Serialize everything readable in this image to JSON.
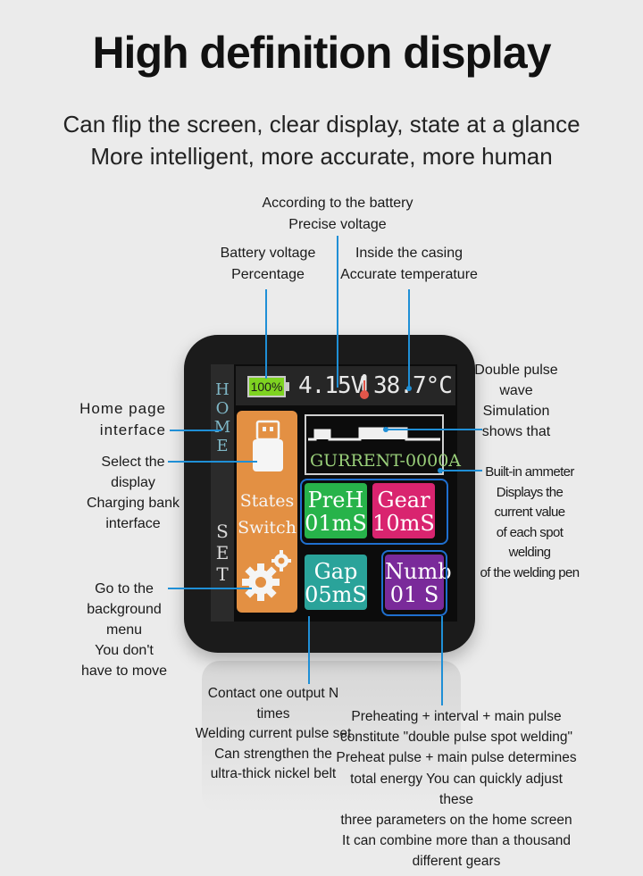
{
  "title": "High definition display",
  "subtitle": [
    "Can flip the screen, clear display, state at a glance",
    "More intelligent, more accurate, more human"
  ],
  "callouts": {
    "precise_voltage": [
      "According to the battery",
      "Precise voltage"
    ],
    "battery_percentage": [
      "Battery voltage",
      "Percentage"
    ],
    "temperature": [
      "Inside the casing",
      "Accurate temperature"
    ],
    "double_pulse": [
      "Double pulse",
      "wave",
      "Simulation",
      "shows that"
    ],
    "ammeter": [
      "Built-in ammeter",
      "Displays the",
      "current value",
      "of each spot",
      "welding",
      "of the welding pen"
    ],
    "home_page": [
      "Home page",
      "interface"
    ],
    "select_display": [
      "Select the",
      "display",
      "Charging bank",
      "interface"
    ],
    "background_menu": [
      "Go to the",
      "background menu",
      "You don't",
      "have to move"
    ],
    "contact_output": [
      "Contact one output N times",
      "Welding current pulse set",
      "Can strengthen the",
      "ultra-thick nickel belt"
    ],
    "preheating": [
      "Preheating + interval + main pulse",
      "constitute \"double pulse spot welding\"",
      "Preheat pulse + main pulse determines",
      "total energy You can quickly adjust these",
      "three parameters on the home screen",
      "It can combine more than a thousand",
      "different gears"
    ]
  },
  "device_screen": {
    "battery_percent": "100%",
    "voltage": "4.15V",
    "temperature": "38.7°C",
    "home_vertical": [
      "H",
      "O",
      "M",
      "E"
    ],
    "set_vertical": [
      "S",
      "E",
      "T"
    ],
    "states_switch": [
      "States",
      "Switch"
    ],
    "current_readout": "GURRENT-0000A",
    "tiles": [
      {
        "line1": "PreH",
        "line2": "01mS",
        "color": "#27b34a"
      },
      {
        "line1": "Gear",
        "line2": "10mS",
        "color": "#d9246f"
      },
      {
        "line1": "Gap",
        "line2": "05mS",
        "color": "#2aa39a"
      },
      {
        "line1": "Numb",
        "line2": "01 S",
        "color": "#7a2a9a"
      }
    ]
  },
  "colors": {
    "accent_line": "#1f8fd6",
    "battery_green": "#7ed321",
    "orange_panel": "#e39043"
  }
}
